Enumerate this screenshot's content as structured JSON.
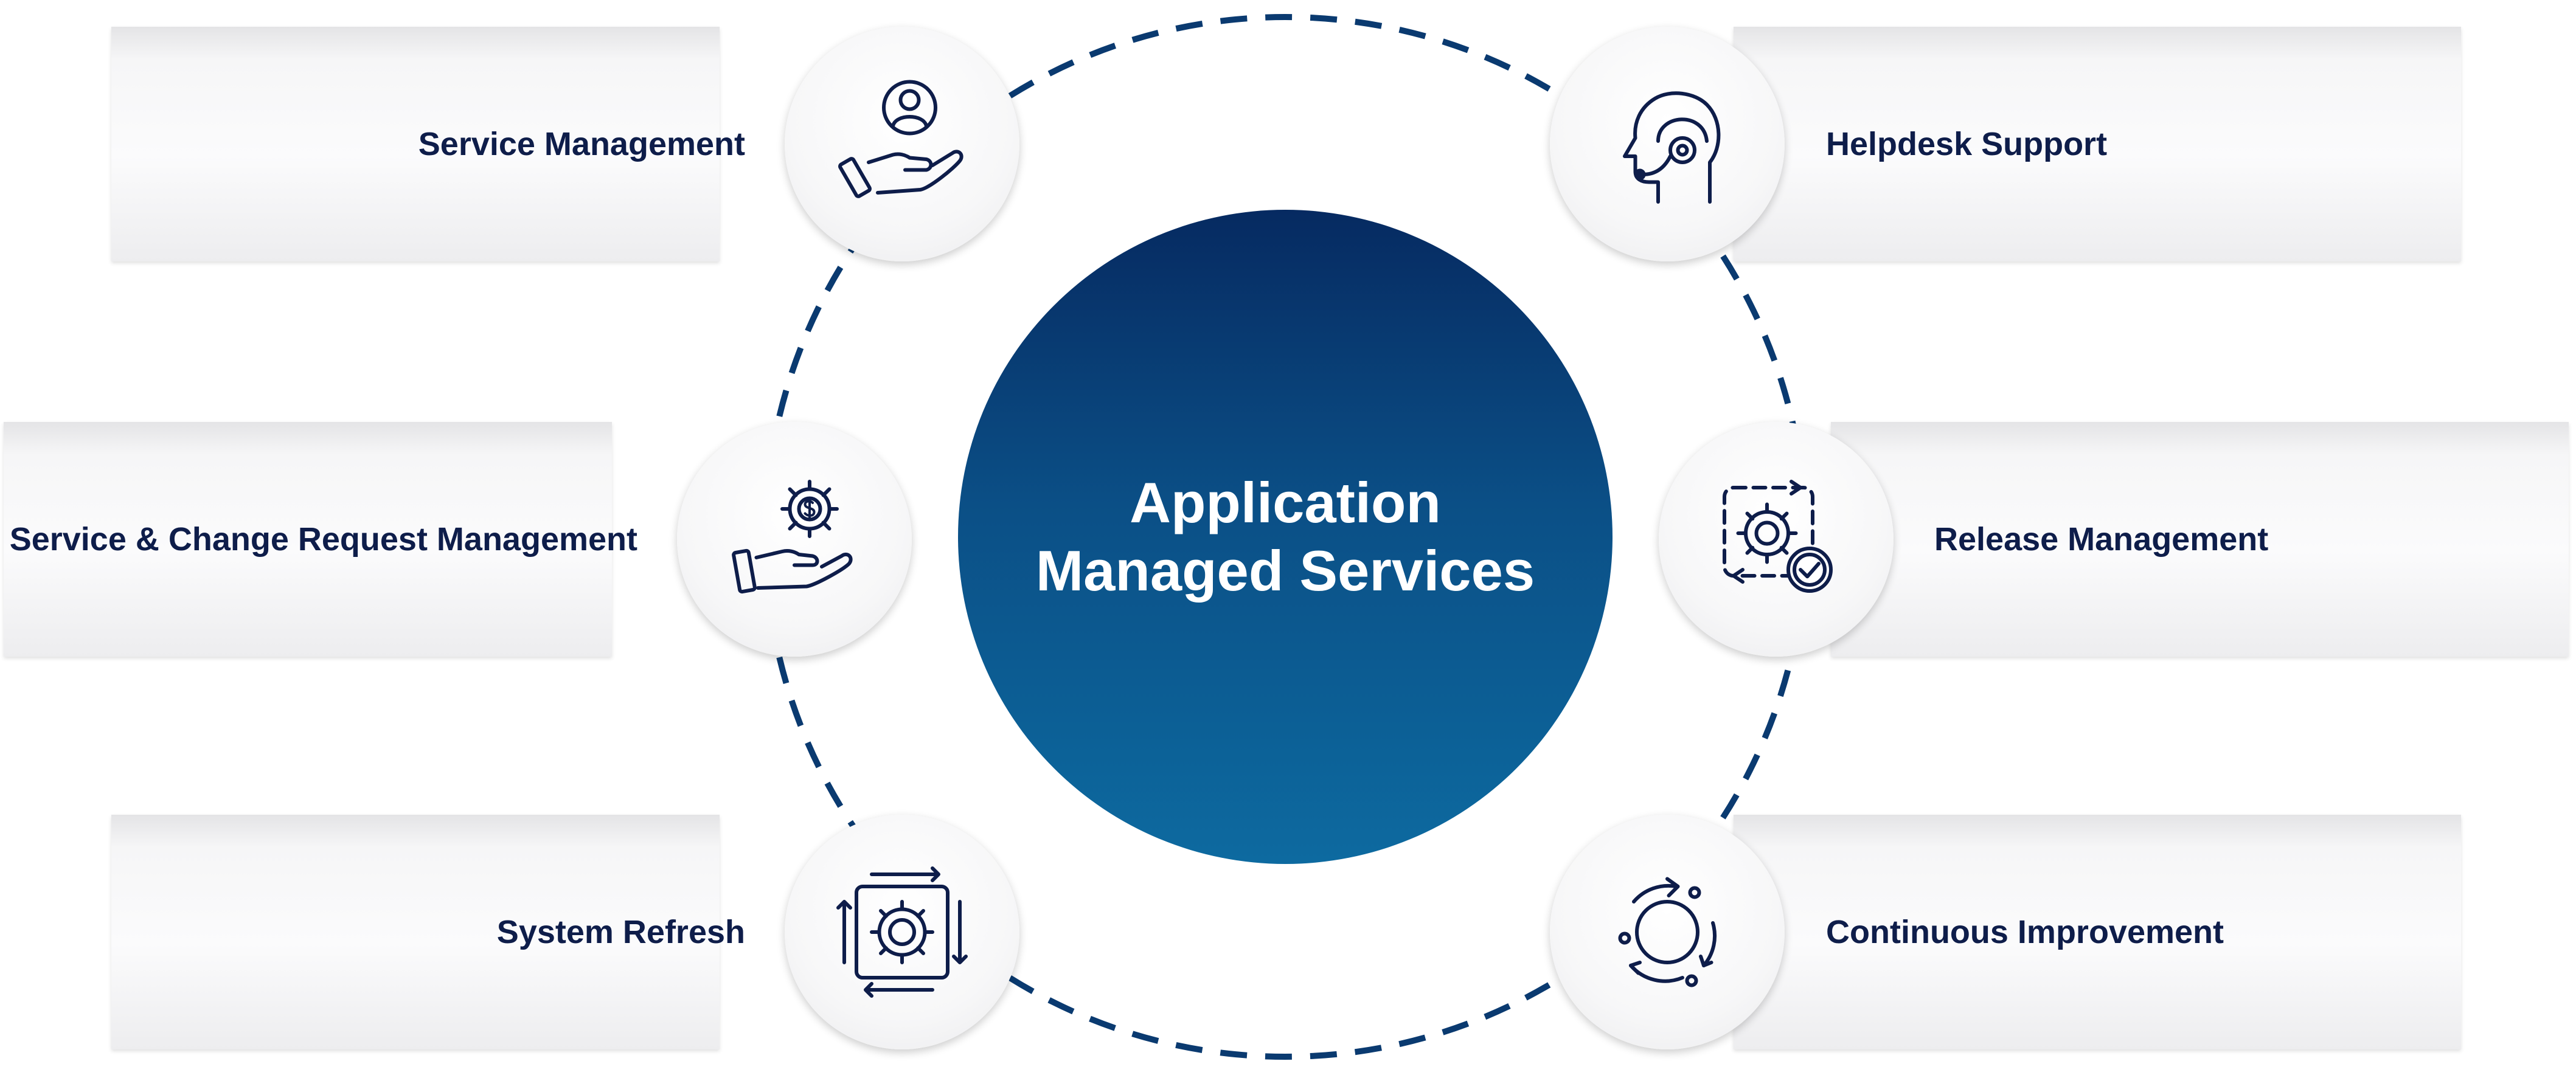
{
  "diagram": {
    "center": {
      "line1": "Application",
      "line2": "Managed Services"
    },
    "colors": {
      "center_top": "#062a61",
      "center_bottom": "#0d6aa0",
      "ring": "#0a3a70",
      "label_text": "#0e1d4a",
      "icon_stroke": "#0e1d4a"
    },
    "items": [
      {
        "label": "Service Management",
        "icon": "hand-user-icon"
      },
      {
        "label": "Service & Change Request Management",
        "icon": "hand-dollar-gear-icon"
      },
      {
        "label": "System Refresh",
        "icon": "refresh-gear-icon"
      },
      {
        "label": "Helpdesk Support",
        "icon": "headset-person-icon"
      },
      {
        "label": "Release Management",
        "icon": "gear-check-cycle-icon"
      },
      {
        "label": "Continuous Improvement",
        "icon": "cycle-arrows-icon"
      }
    ]
  }
}
